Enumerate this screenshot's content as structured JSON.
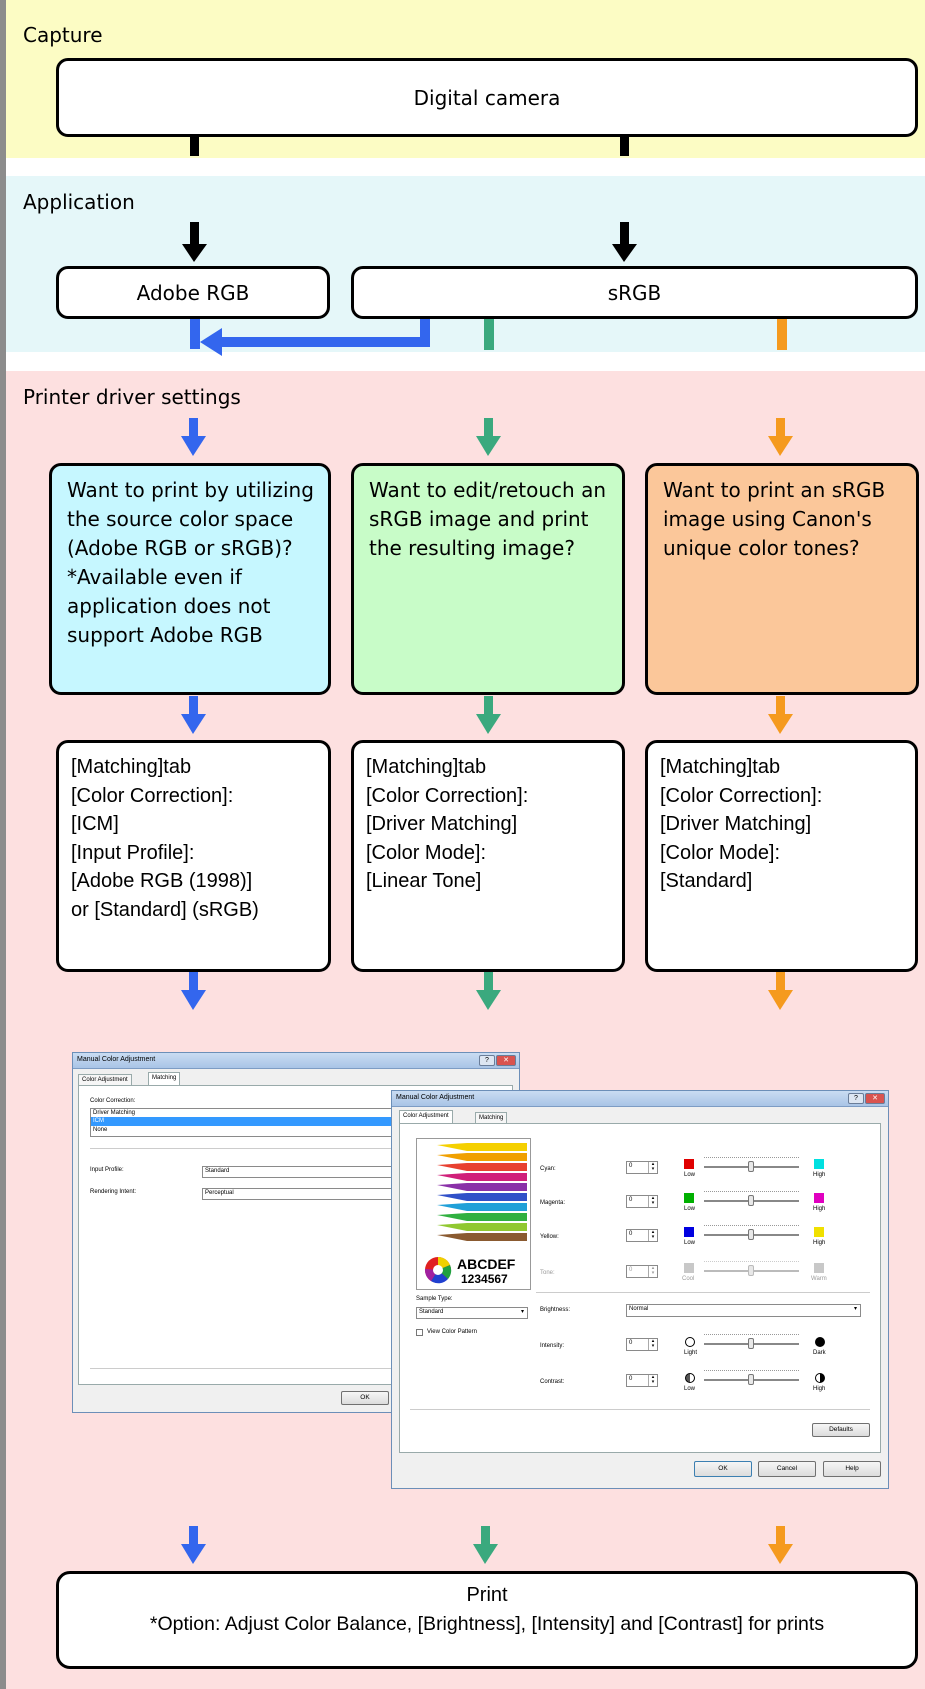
{
  "capture": {
    "label": "Capture",
    "device": "Digital camera"
  },
  "application": {
    "label": "Application",
    "adobe_rgb": "Adobe RGB",
    "srgb": "sRGB"
  },
  "driver": {
    "label": "Printer driver settings",
    "questions": [
      {
        "text": "Want to print by utilizing\nthe source color space\n(Adobe RGB or sRGB)?\n*Available even if\napplication does not\nsupport Adobe RGB",
        "color": "#c6f7ff"
      },
      {
        "text": "Want to edit/retouch an\nsRGB image and print\nthe resulting image?",
        "color": "#c8fcc8"
      },
      {
        "text": "Want to print an sRGB\nimage using Canon's\nunique color tones?",
        "color": "#fbc79a"
      }
    ],
    "settings": [
      "[Matching]tab\n[Color Correction]:\n[ICM]\n[Input Profile]:\n[Adobe RGB (1998)]\nor [Standard] (sRGB)",
      "[Matching]tab\n[Color Correction]:\n[Driver Matching]\n[Color Mode]:\n[Linear Tone]",
      "[Matching]tab\n[Color Correction]:\n[Driver Matching]\n[Color Mode]:\n[Standard]"
    ]
  },
  "dialog_back": {
    "title": "Manual Color Adjustment",
    "tabs": [
      "Color Adjustment",
      "Matching"
    ],
    "color_correction_label": "Color Correction:",
    "options": [
      "Driver Matching",
      "ICM",
      "None"
    ],
    "input_profile_label": "Input Profile:",
    "input_profile_value": "Standard",
    "rendering_intent_label": "Rendering Intent:",
    "rendering_intent_value": "Perceptual",
    "ok": "OK"
  },
  "dialog_front": {
    "title": "Manual Color Adjustment",
    "tabs": [
      "Color Adjustment",
      "Matching"
    ],
    "sample_text": [
      "ABCDEF",
      "1234567"
    ],
    "sample_type_label": "Sample Type:",
    "sample_type_value": "Standard",
    "view_pattern": "View Color Pattern",
    "rows": [
      {
        "label": "Cyan:",
        "value": "0",
        "low": "Low",
        "high": "High",
        "low_color": "#e00000",
        "high_color": "#00e0e0"
      },
      {
        "label": "Magenta:",
        "value": "0",
        "low": "Low",
        "high": "High",
        "low_color": "#00b000",
        "high_color": "#e000c0"
      },
      {
        "label": "Yellow:",
        "value": "0",
        "low": "Low",
        "high": "High",
        "low_color": "#0000e0",
        "high_color": "#f0e000"
      },
      {
        "label": "Tone:",
        "value": "0",
        "low": "Cool",
        "high": "Warm",
        "low_color": "#c8c8c8",
        "high_color": "#c8c8c8"
      }
    ],
    "brightness_label": "Brightness:",
    "brightness_value": "Normal",
    "intensity_label": "Intensity:",
    "intensity_value": "0",
    "intensity_low": "Light",
    "intensity_high": "Dark",
    "contrast_label": "Contrast:",
    "contrast_value": "0",
    "contrast_low": "Low",
    "contrast_high": "High",
    "defaults": "Defaults",
    "ok": "OK",
    "cancel": "Cancel",
    "help": "Help"
  },
  "print": {
    "title": "Print",
    "option": "*Option: Adjust Color Balance, [Brightness], [Intensity] and [Contrast] for prints"
  },
  "colors": {
    "capture_bg": "#fcfcc4",
    "application_bg": "#e5f7f9",
    "driver_bg": "#fde0e0",
    "arrow_black": "#000000",
    "arrow_blue": "#3366ee",
    "arrow_green": "#3aa97e",
    "arrow_orange": "#f59a1e"
  }
}
